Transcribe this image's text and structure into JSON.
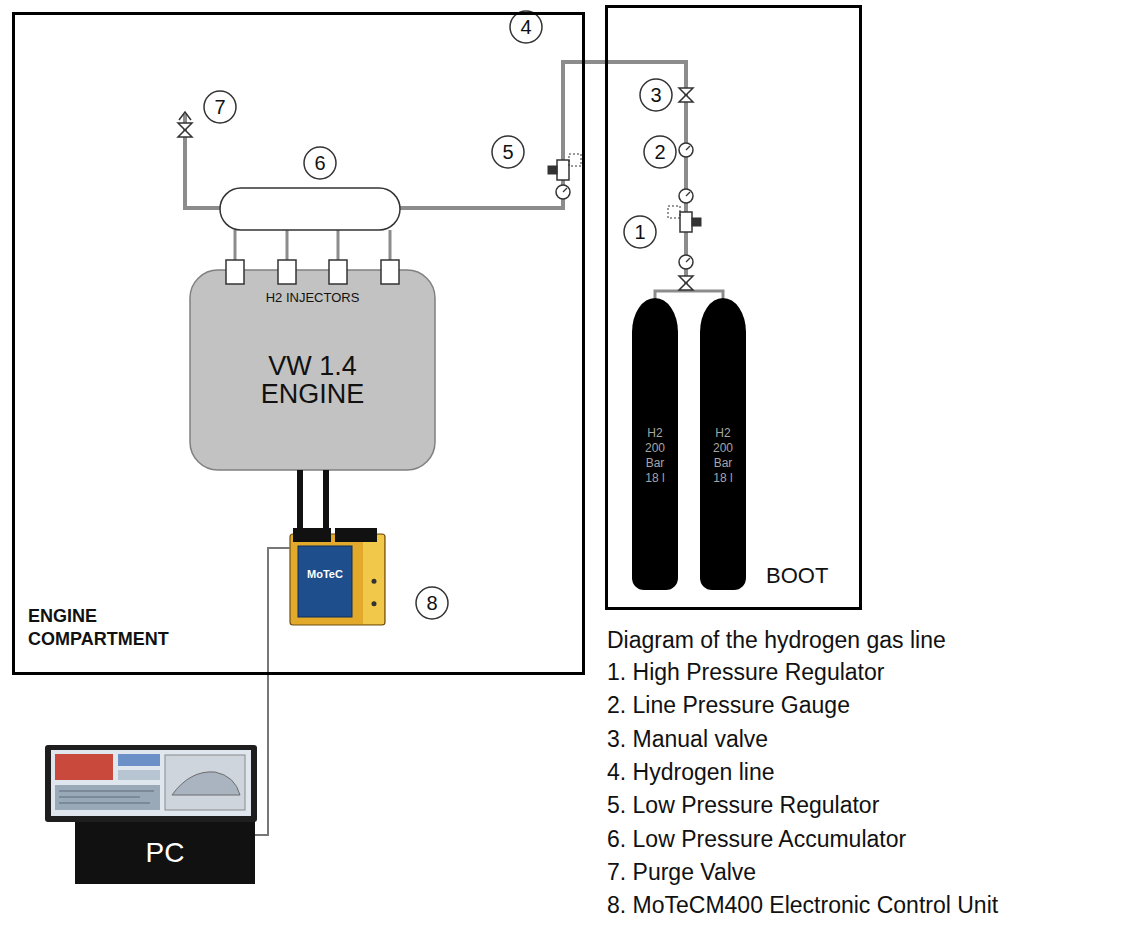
{
  "diagram": {
    "nodes": [
      {
        "text": [
          "ENGINE COMPARTMENT"
        ]
      },
      {
        "text": [
          "H2 INJECTORS",
          "VW 1.4 ENGINE"
        ],
        "in": 0
      },
      {
        "text": [
          "MoTeC"
        ],
        "in": 0
      },
      {
        "text": [
          "BOOT"
        ]
      },
      {
        "text": [
          "H2 200 Bar 18 l"
        ],
        "in": 3
      },
      {
        "text": [
          "H2 200 Bar 18 l"
        ],
        "in": 3
      },
      {
        "text": [
          "PC"
        ]
      }
    ],
    "edges": [
      {
        "from": 1,
        "to": 2,
        "arrow": "none"
      },
      {
        "from": 1,
        "to": 2,
        "arrow": "none"
      },
      {
        "from": 6,
        "to": 2,
        "arrow": "none"
      }
    ],
    "labels": [
      "1",
      "2",
      "3",
      "4",
      "5",
      "6",
      "7",
      "8",
      "Diagram of the hydrogen gas line",
      "1. High Pressure Regulator",
      "2. Line Pressure Gauge",
      "3. Manual valve",
      "4. Hydrogen line",
      "5. Low Pressure Regulator",
      "6. Low Pressure Accumulator",
      "7. Purge Valve",
      "8. MoTeCM400 Electronic Control Unit"
    ]
  }
}
